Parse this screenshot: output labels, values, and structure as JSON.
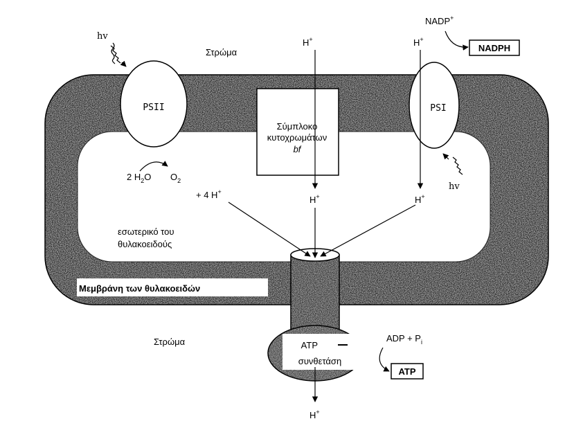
{
  "labels": {
    "hv_left": "hv",
    "hv_right": "hv",
    "stroma_top": "Στρώμα",
    "stroma_bottom": "Στρώμα",
    "psii": "PSII",
    "psi": "PSI",
    "cytochrome_line1": "Σύμπλοκο",
    "cytochrome_line2": "κυτοχρωμάτων",
    "cytochrome_line3": "bf",
    "water_2": "2 H",
    "water_sub": "2",
    "water_o": "O",
    "oxygen": "O",
    "oxygen_sub": "2",
    "h4": "+ 4 H",
    "plus": "+",
    "h": "H",
    "interior_line1": "εσωτερικό του",
    "interior_line2": "θυλακοειδούς",
    "membrane": "Μεμβράνη των θυλακοειδών",
    "atp_synthase_line1": "ATP",
    "atp_synthase_line2": "συνθετάση",
    "adp": "ADP + P",
    "adp_sub": "i",
    "atp": "ATP",
    "nadp": "NADP",
    "nadph": "NADPH"
  }
}
